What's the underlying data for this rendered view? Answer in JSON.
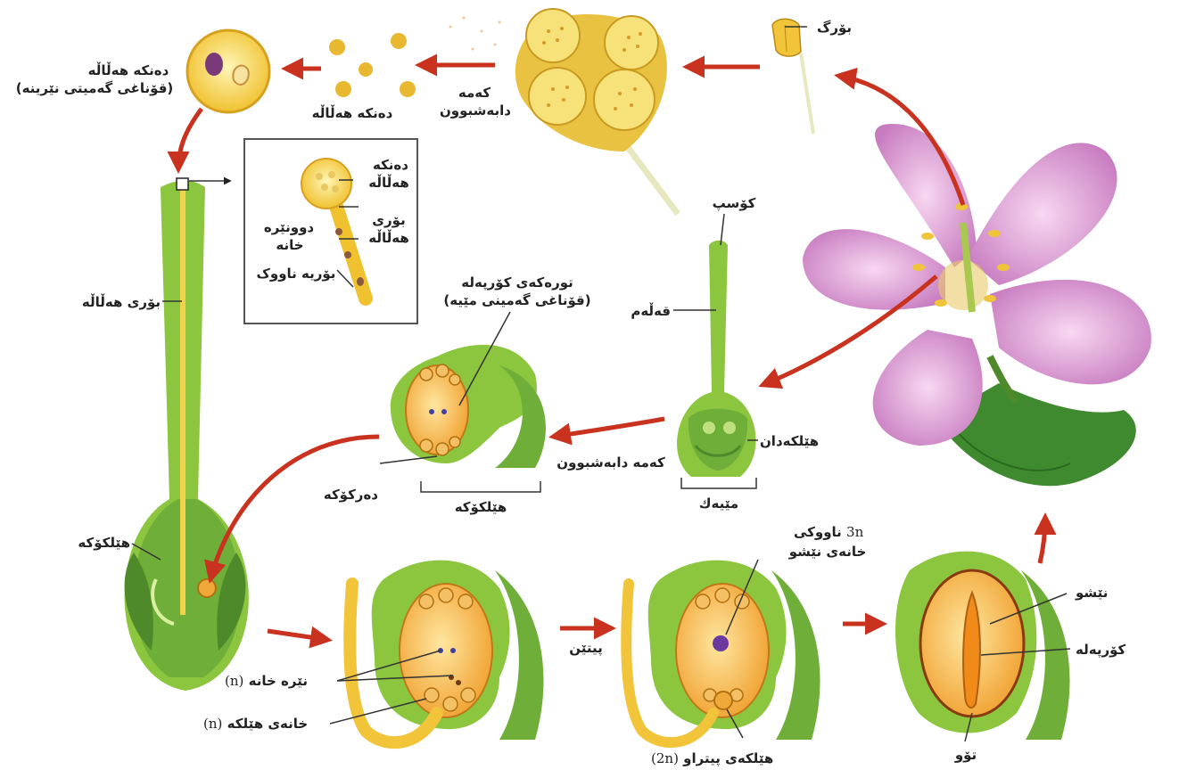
{
  "labels": {
    "anther": "بۆرگ",
    "pollen_grain_top": "دەنکە هەڵاڵە",
    "pollen_grain_top_sub": "(قۆناغی گەمیتی نێرینە)",
    "meiosis_top_1": "کەمە",
    "meiosis_top_2": "دابەشبوون",
    "pollen_grains": "دەنکە هەڵاڵە",
    "inset_pollen_1": "دەنکە",
    "inset_pollen_2": "هەڵاڵە",
    "inset_tube_1": "بۆری",
    "inset_tube_2": "هەڵاڵە",
    "inset_sperm_1": "دوونێرە",
    "inset_sperm_2": "خانە",
    "inset_tube_nucleus": "بۆریە ناووک",
    "pollen_tube": "بۆری هەڵاڵە",
    "stigma": "کۆسپ",
    "style": "قەڵەم",
    "ovary": "هێلکەدان",
    "pistil": "مێیەك",
    "embryo_sac_1": "تورەکەی کۆرپەلە",
    "embryo_sac_2": "(قۆناغی گەمینی مێیە)",
    "meiosis_mid": "کەمە دابەشبوون",
    "micropyle": "دەرکۆکە",
    "ovule_mid": "هێلکۆکە",
    "ovule_left": "هێلکۆکە",
    "sperm_cell": "نێرە خانە",
    "egg_cell": "خانەی هێلکە",
    "fertilization": "پیتێن",
    "endosperm_nucleus_1": "ناووکی",
    "endosperm_nucleus_2": "خانەی نێشو",
    "zygote": "هێلکەی پیتراو",
    "endosperm": "نێشو",
    "embryo": "کۆرپەلە",
    "seed": "تۆو",
    "n_mark": "(n)",
    "n2_mark": "(2n)",
    "n3_mark": "3n"
  },
  "colors": {
    "arrow": "#c8321e",
    "green": "#8cc63f",
    "dark_green": "#4e8a2a",
    "yellow": "#f2d24c",
    "orange": "#f0a838",
    "petal": "#d79ad0"
  }
}
